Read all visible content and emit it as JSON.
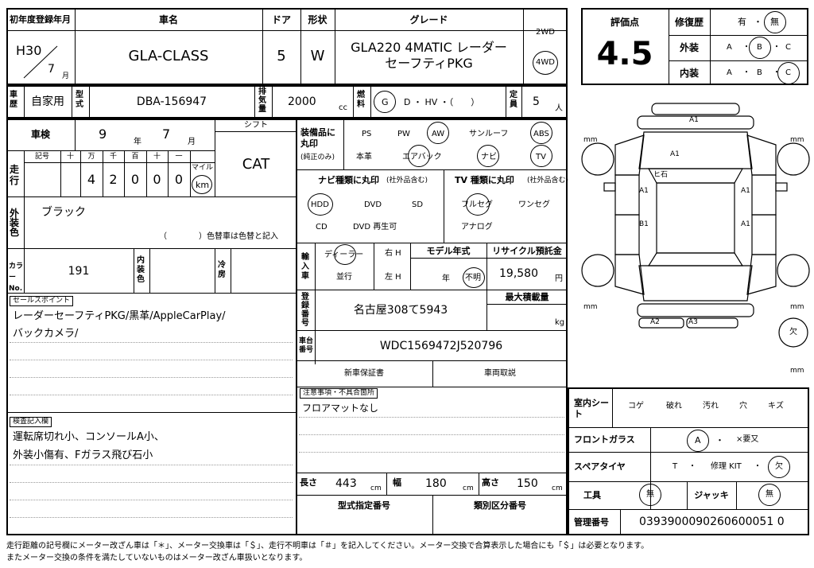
{
  "header": {
    "first_reg_label": "初年度登録年月",
    "first_reg_era": "H30",
    "first_reg_month": "7",
    "month_unit": "月",
    "car_name_label": "車名",
    "car_name": "GLA-CLASS",
    "door_label": "ドア",
    "doors": "5",
    "shape_label": "形状",
    "shape": "W",
    "grade_label": "グレード",
    "grade_line1": "GLA220 4MATIC レーダー",
    "grade_line2": "セーフティPKG",
    "drive_2wd": "2WD",
    "drive_4wd": "4WD"
  },
  "score": {
    "label": "評価点",
    "value": "4.5",
    "repair_label": "修復歴",
    "repair_yes": "有",
    "repair_no": "無",
    "exterior_label": "外装",
    "interior_label": "内装",
    "grade_a": "A",
    "grade_b": "B",
    "grade_c": "C"
  },
  "row2": {
    "usage_label": "車歴",
    "usage": "自家用",
    "model_label": "型式",
    "model": "DBA-156947",
    "disp_label": "排気量",
    "displacement": "2000",
    "cc": "cc",
    "fuel_label": "燃料",
    "fuel_g": "G",
    "fuel_rest": "D ・ HV ・（　　）",
    "cap_label": "定員",
    "capacity": "5",
    "person": "人"
  },
  "inspect": {
    "label": "車検",
    "year": "9",
    "year_unit": "年",
    "month": "7",
    "month_unit": "月",
    "shift_label": "シフト",
    "shift": "CAT"
  },
  "mileage": {
    "label": "走行",
    "sign_label": "記号",
    "digit_labels": [
      "十",
      "万",
      "千",
      "百",
      "十",
      "一"
    ],
    "digits": [
      "",
      "4",
      "2",
      "0",
      "0",
      "0"
    ],
    "mile": "マイル",
    "km": "km"
  },
  "color": {
    "label": "外装色",
    "value": "ブラック",
    "note": "（　　　　）色替車は色替と記入",
    "code_label": "カラーNo.",
    "code": "191",
    "interior_label": "内装色",
    "ac_label": "冷房"
  },
  "equip": {
    "label": "装備品に丸印",
    "sub": "(純正のみ)",
    "items": [
      "PS",
      "PW",
      "AW",
      "サンルーフ",
      "ABS",
      "本革",
      "エアバック",
      "ナビ",
      "TV"
    ]
  },
  "navi": {
    "label": "ナビ種類に丸印",
    "sub": "(社外品含む)",
    "items": [
      "HDD",
      "DVD",
      "SD",
      "CD",
      "DVD 再生可"
    ]
  },
  "tv": {
    "label": "TV 種類に丸印",
    "sub": "(社外品含む)",
    "items": [
      "フルセグ",
      "ワンセグ",
      "アナログ"
    ]
  },
  "import": {
    "label": "輸入車",
    "dealer": "ディーラー",
    "parallel": "並行",
    "right": "右 H",
    "left": "左 H"
  },
  "model_year": {
    "label": "モデル年式",
    "year": "年",
    "unknown": "不明"
  },
  "recycle": {
    "label": "リサイクル預託金",
    "value": "19,580",
    "unit": "円"
  },
  "sales": {
    "label": "セールスポイント",
    "lines": [
      "レーダーセーフティPKG/黒革/AppleCarPlay/",
      "バックカメラ/"
    ]
  },
  "reg": {
    "label": "登録番号",
    "value": "名古屋308て5943",
    "load_label": "最大積載量",
    "kg": "kg"
  },
  "chassis": {
    "label": "車台番号",
    "value": "WDC1569472J520796"
  },
  "docs": {
    "warranty": "新車保証書",
    "manual": "車両取説"
  },
  "notes": {
    "label": "注意事項・不具合箇所",
    "text": "フロアマットなし"
  },
  "inspection": {
    "label": "検査記入欄",
    "lines": [
      "運転席切れ小、コンソールA小、",
      "外装小傷有、Fガラス飛び石小"
    ]
  },
  "dims": {
    "len_label": "長さ",
    "length": "443",
    "wid_label": "幅",
    "width": "180",
    "hgt_label": "高さ",
    "height": "150",
    "cm": "cm",
    "type_label": "型式指定番号",
    "class_label": "類別区分番号"
  },
  "interior": {
    "label": "室内シート",
    "items": [
      "コゲ",
      "破れ",
      "汚れ",
      "穴",
      "キズ"
    ]
  },
  "glass": {
    "label": "フロントガラス",
    "a": "A",
    "dot": "・",
    "need": "×要又"
  },
  "spare": {
    "label": "スペアタイヤ",
    "t": "T",
    "dot": "・",
    "kit": "修理 KIT",
    "missing": "欠"
  },
  "tools": {
    "label": "工具",
    "value": "無",
    "jack_label": "ジャッキ",
    "jack": "無"
  },
  "mgmt": {
    "label": "管理番号",
    "value": "0393900090260600051 0"
  },
  "diagram": {
    "marks": [
      "A1",
      "A1",
      "ヒ石",
      "A1",
      "A1",
      "B1",
      "A1",
      "A2",
      "A3"
    ],
    "mm": "mm",
    "missing": "欠"
  },
  "footer": {
    "line1": "走行距離の記号欄にメーター改ざん車は「＊」、メーター交換車は「＄」、走行不明車は「＃」を記入してください。メーター交換で合算表示した場合にも「＄」は必要となります。",
    "line2": "またメーター交換の条件を満たしていないものはメーター改ざん車扱いとなります。"
  }
}
